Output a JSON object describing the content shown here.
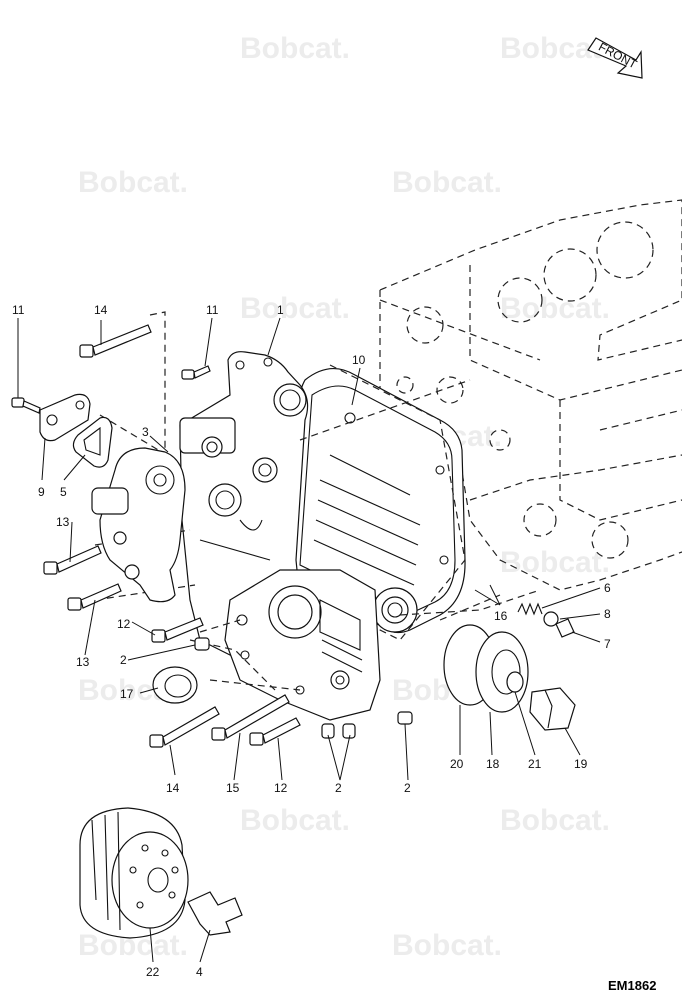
{
  "watermark": {
    "brand": "Bobcat."
  },
  "direction_arrow": {
    "text": "FRONT"
  },
  "figure_id": "EM1862",
  "part_labels": {
    "p1": "1",
    "p2a": "2",
    "p2b": "2",
    "p2c": "2",
    "p3": "3",
    "p4": "4",
    "p5": "5",
    "p6": "6",
    "p7": "7",
    "p8": "8",
    "p9": "9",
    "p10": "10",
    "p11a": "11",
    "p11b": "11",
    "p12a": "12",
    "p12b": "12",
    "p13a": "13",
    "p13b": "13",
    "p14a": "14",
    "p14b": "14",
    "p15": "15",
    "p16": "16",
    "p17": "17",
    "p18": "18",
    "p19": "19",
    "p20": "20",
    "p21": "21",
    "p22": "22"
  },
  "colors": {
    "line": "#111111",
    "watermark": "#ececec",
    "background": "#ffffff"
  }
}
